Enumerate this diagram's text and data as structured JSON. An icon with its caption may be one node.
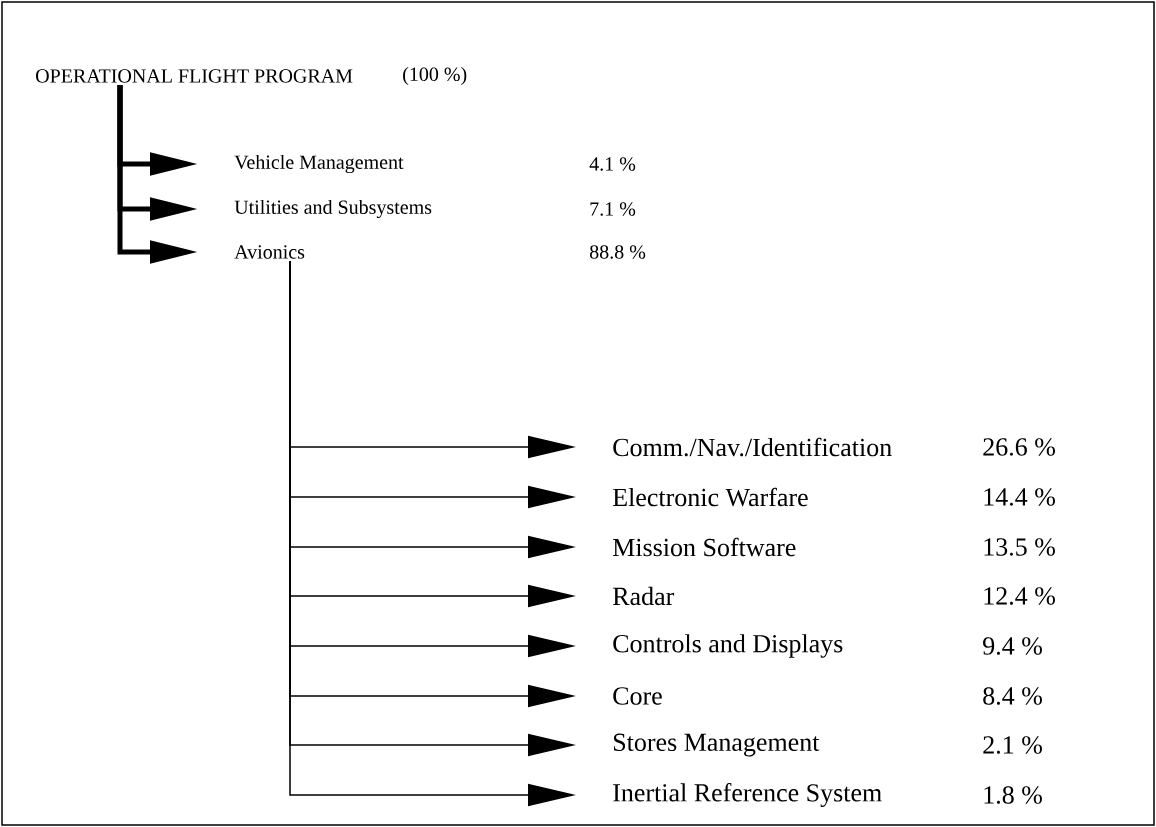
{
  "diagram": {
    "nodes": [
      {
        "text": [
          "OPERATIONAL FLIGHT PROGRAM"
        ],
        "beside": [
          "(100 %)"
        ]
      },
      {
        "text": [
          "Vehicle Management"
        ],
        "beside": [
          "4.1 %"
        ]
      },
      {
        "text": [
          "Utilities and Subsystems"
        ],
        "beside": [
          "7.1 %"
        ]
      },
      {
        "text": [
          "Avionics"
        ],
        "beside": [
          "88.8 %"
        ]
      },
      {
        "text": [
          "Comm./Nav./Identification"
        ],
        "beside": [
          "26.6 %"
        ]
      },
      {
        "text": [
          "Electronic Warfare"
        ],
        "beside": [
          "14.4 %"
        ]
      },
      {
        "text": [
          "Mission Software"
        ],
        "beside": [
          "13.5 %"
        ]
      },
      {
        "text": [
          "Radar"
        ],
        "beside": [
          "12.4 %"
        ]
      },
      {
        "text": [
          "Controls and Displays"
        ],
        "beside": [
          "9.4 %"
        ]
      },
      {
        "text": [
          "Core"
        ],
        "beside": [
          "8.4 %"
        ]
      },
      {
        "text": [
          "Stores Management"
        ],
        "beside": [
          "2.1 %"
        ]
      },
      {
        "text": [
          "Inertial Reference System"
        ],
        "beside": [
          "1.8 %"
        ]
      }
    ],
    "edges": [
      {
        "from": 0,
        "to": 1,
        "arrow": "to",
        "style": "thick"
      },
      {
        "from": 0,
        "to": 2,
        "arrow": "to",
        "style": "thick"
      },
      {
        "from": 0,
        "to": 3,
        "arrow": "to",
        "style": "thick"
      },
      {
        "from": 3,
        "to": 4,
        "arrow": "to"
      },
      {
        "from": 3,
        "to": 5,
        "arrow": "to"
      },
      {
        "from": 3,
        "to": 6,
        "arrow": "to"
      },
      {
        "from": 3,
        "to": 7,
        "arrow": "to"
      },
      {
        "from": 3,
        "to": 8,
        "arrow": "to"
      },
      {
        "from": 3,
        "to": 9,
        "arrow": "to"
      },
      {
        "from": 3,
        "to": 10,
        "arrow": "to"
      },
      {
        "from": 3,
        "to": 11,
        "arrow": "to"
      }
    ]
  }
}
